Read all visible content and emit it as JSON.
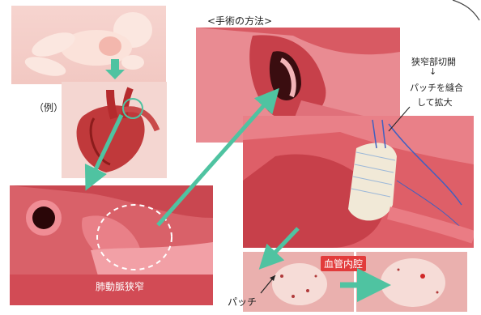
{
  "section_title": "<手術の方法>",
  "example_label": "（例）",
  "stenosis_label": "肺動脈狭窄",
  "step_annotation": {
    "line1": "狭窄部切開",
    "arrow": "↓",
    "line2": "パッチを縫合",
    "line3": "して拡大"
  },
  "lumen_label": "血管内腔",
  "patch_label": "パッチ",
  "colors": {
    "arrow_teal": "#4fc3a1",
    "tissue_red": "#d84a4a",
    "tissue_dark": "#8c1c1c",
    "lumen_label_bg": "#e23b3b"
  }
}
